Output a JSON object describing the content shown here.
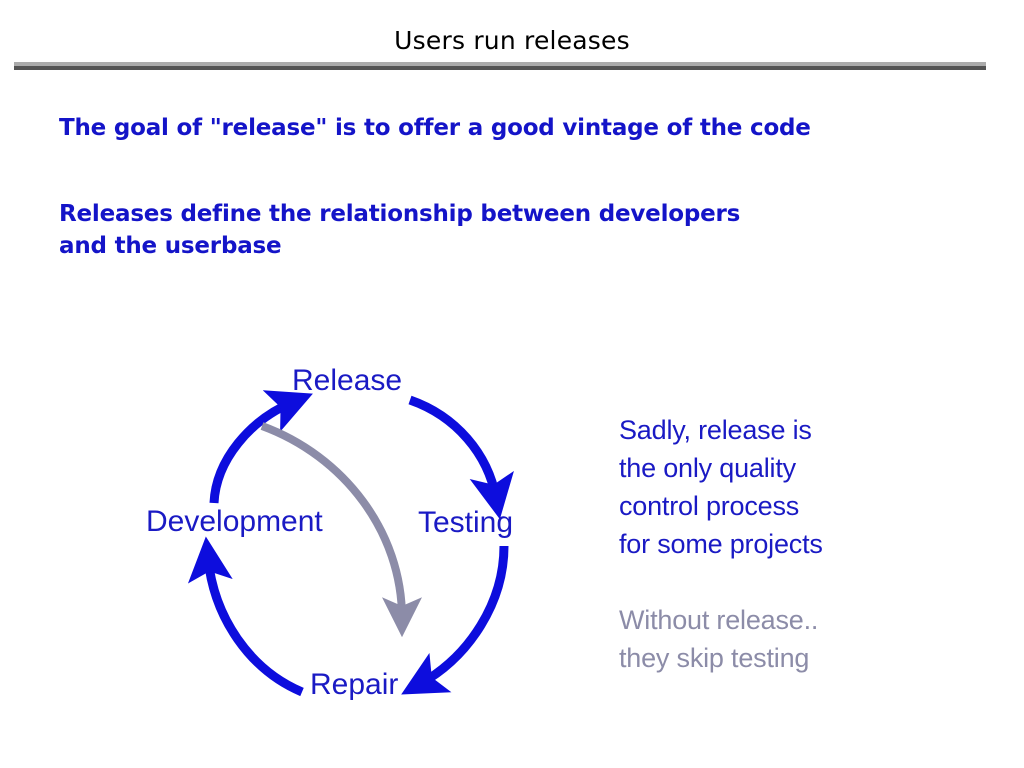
{
  "slide": {
    "title": "Users run releases",
    "bullets": [
      "The goal of \"release\" is to offer a good vintage of the code",
      "Releases define the relationship between developers\nand the userbase"
    ],
    "notes": {
      "primary": "Sadly, release is\nthe only quality\ncontrol process\nfor some projects",
      "secondary": "Without release..\nthey skip testing"
    }
  },
  "diagram": {
    "type": "cycle",
    "nodes": [
      {
        "id": "release",
        "label": "Release",
        "position": "top"
      },
      {
        "id": "testing",
        "label": "Testing",
        "position": "right"
      },
      {
        "id": "repair",
        "label": "Repair",
        "position": "bottom"
      },
      {
        "id": "development",
        "label": "Development",
        "position": "left"
      }
    ],
    "edges": [
      {
        "from": "development",
        "to": "release",
        "style": "solid-blue"
      },
      {
        "from": "release",
        "to": "testing",
        "style": "solid-blue"
      },
      {
        "from": "testing",
        "to": "repair",
        "style": "solid-blue"
      },
      {
        "from": "repair",
        "to": "development",
        "style": "solid-blue"
      },
      {
        "from": "release",
        "to": "repair",
        "style": "solid-gray",
        "meaning": "skips testing"
      }
    ]
  },
  "colors": {
    "arrow_blue": "#0d0ddd",
    "text_blue": "#1a1ac4",
    "bullet_blue": "#1414c8",
    "gray": "#8c8ca8",
    "rule_light": "#ababab",
    "rule_dark": "#545454",
    "title_black": "#000000",
    "background": "#ffffff"
  }
}
